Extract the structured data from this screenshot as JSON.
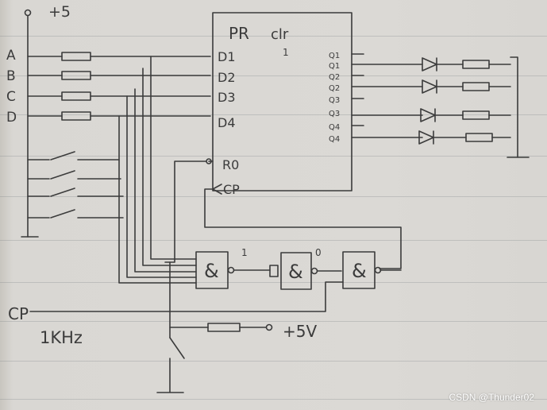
{
  "labels": {
    "supply_top": "+5",
    "inputs": [
      "A",
      "B",
      "C",
      "D"
    ],
    "chip_header_left": "PR",
    "chip_header_right": "clr",
    "chip_header_num": "1",
    "chip_pins": [
      "D1",
      "D2",
      "D3",
      "D4"
    ],
    "reset_pin": "R0",
    "clock_pin": "CP",
    "q_outputs": [
      "Q1",
      "Q1",
      "Q2",
      "Q2",
      "Q3",
      "Q3",
      "Q4",
      "Q4"
    ],
    "gate_symbol": "&",
    "gate_marks": [
      "1",
      "0"
    ],
    "cp_label": "CP",
    "freq_label": "1KHz",
    "supply_bottom": "+5V"
  },
  "watermark": "CSDN @Thunder02",
  "colors": {
    "ink": "#3b3b3b",
    "paper": "#d9d7d3"
  }
}
